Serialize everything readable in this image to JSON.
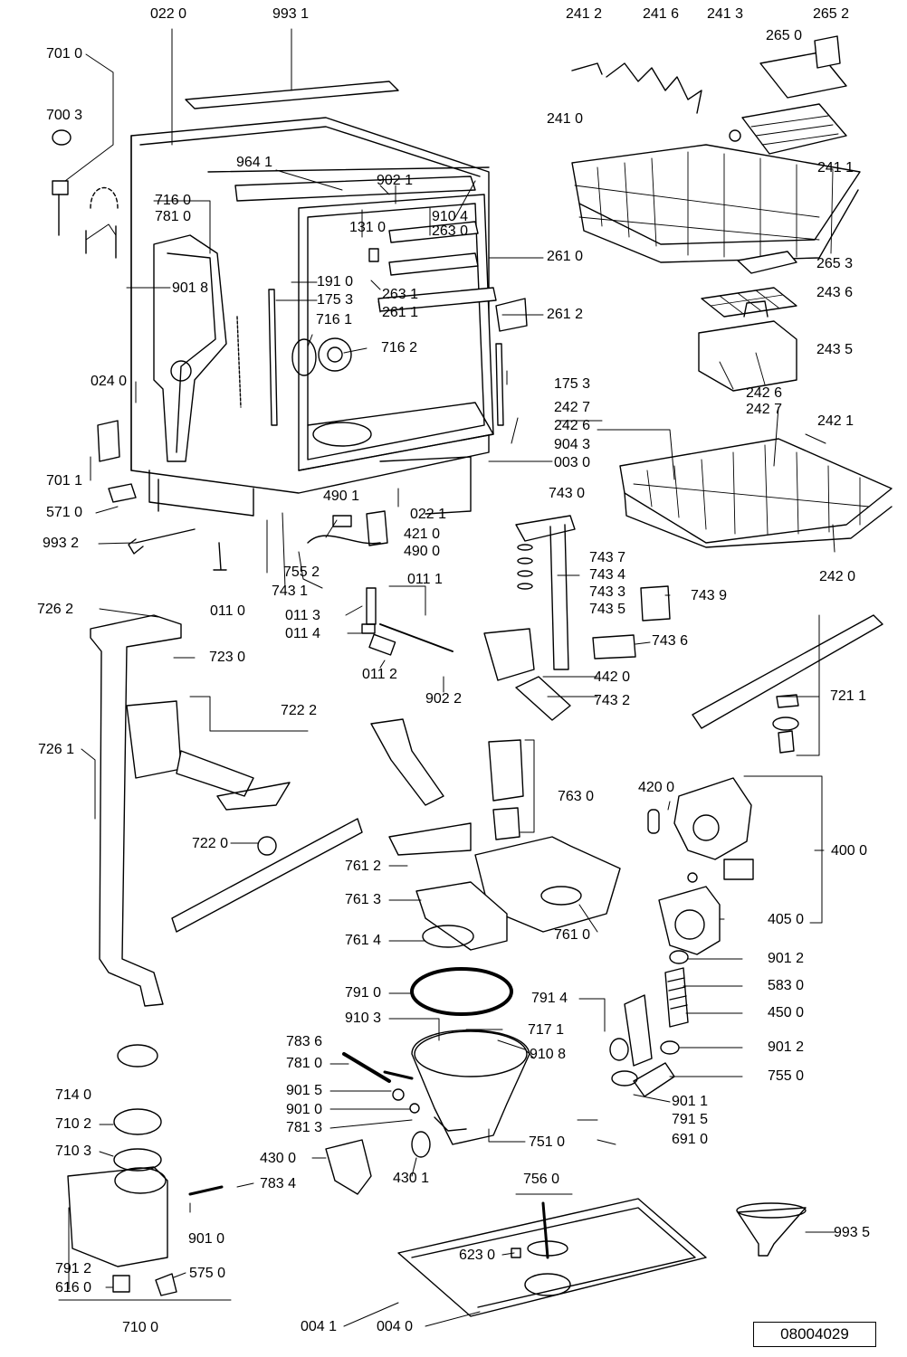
{
  "labels": [
    "022 0",
    "993 1",
    "241 2",
    "241 6",
    "241 3",
    "265 2",
    "265 0",
    "701 0",
    "700 3",
    "241 0",
    "241 1",
    "964 1",
    "902 1",
    "910 4",
    "716 0",
    "781 0",
    "131 0",
    "263 0",
    "261 0",
    "901 8",
    "191 0",
    "175 3",
    "263 1",
    "261 1",
    "261 2",
    "265 3",
    "243 6",
    "716 1",
    "716 2",
    "243 5",
    "024 0",
    "175 3",
    "242 7",
    "242 6",
    "242 6",
    "242 7",
    "242 1",
    "904 3",
    "701 1",
    "003 0",
    "490 1",
    "022 1",
    "743 0",
    "571 0",
    "421 0",
    "490 0",
    "993 2",
    "743 7",
    "755 2",
    "743 4",
    "743 1",
    "743 3",
    "242 0",
    "011 0",
    "011 1",
    "743 5",
    "743 9",
    "726 2",
    "011 3",
    "011 4",
    "723 0",
    "743 6",
    "011 2",
    "442 0",
    "902 2",
    "743 2",
    "721 1",
    "722 2",
    "726 1",
    "763 0",
    "420 0",
    "722 0",
    "400 0",
    "761 2",
    "761 3",
    "405 0",
    "761 4",
    "761 0",
    "901 2",
    "791 0",
    "583 0",
    "791 4",
    "450 0",
    "910 3",
    "717 1",
    "783 6",
    "910 8",
    "901 2",
    "781 0",
    "755 0",
    "901 5",
    "901 1",
    "901 0",
    "714 0",
    "781 3",
    "791 5",
    "710 2",
    "751 0",
    "691 0",
    "710 3",
    "430 0",
    "430 1",
    "783 4",
    "756 0",
    "901 0",
    "993 5",
    "791 2",
    "623 0",
    "616 0",
    "575 0",
    "004 1",
    "004 0",
    "710 0"
  ],
  "reference_code": "08004029"
}
